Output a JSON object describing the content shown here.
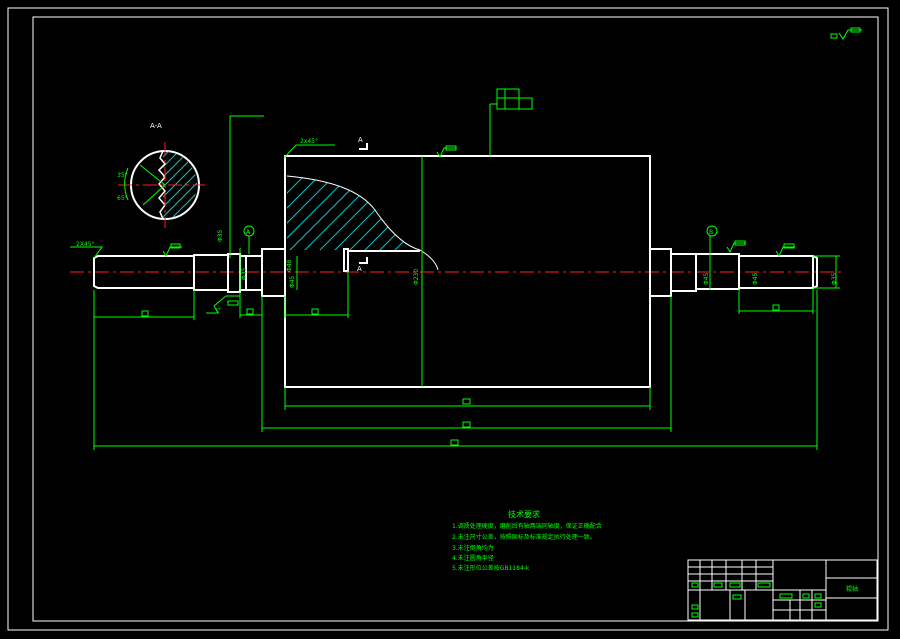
{
  "drawing": {
    "roughness_symbol_top": "",
    "chamfer_left": "2X45°",
    "chamfer_body": "2x45°",
    "section_label": "A-A",
    "section_mark_top": "A",
    "section_mark_bottom": "A",
    "angle_1": "35°",
    "angle_2": "65°",
    "datum_a": "A",
    "datum_b": "B",
    "dim_main": "Φ230",
    "dim_journal": "Φ45",
    "dim_left_vertical": "Φ35",
    "dim_right_vertical": "Φ45"
  },
  "technical_requirements": {
    "title": "技术要求",
    "lines": [
      "1.调质处理硬度，磨削后有轴两端同轴度，保证正确配合",
      "2.未注尺寸公差，按照国标及标准规定执行处理一致。",
      "3.未注倒角均为",
      "4.未注圆角半径",
      "5.未注形位公差按GB1184-k"
    ]
  },
  "title_block": {
    "name": "辊轴"
  }
}
